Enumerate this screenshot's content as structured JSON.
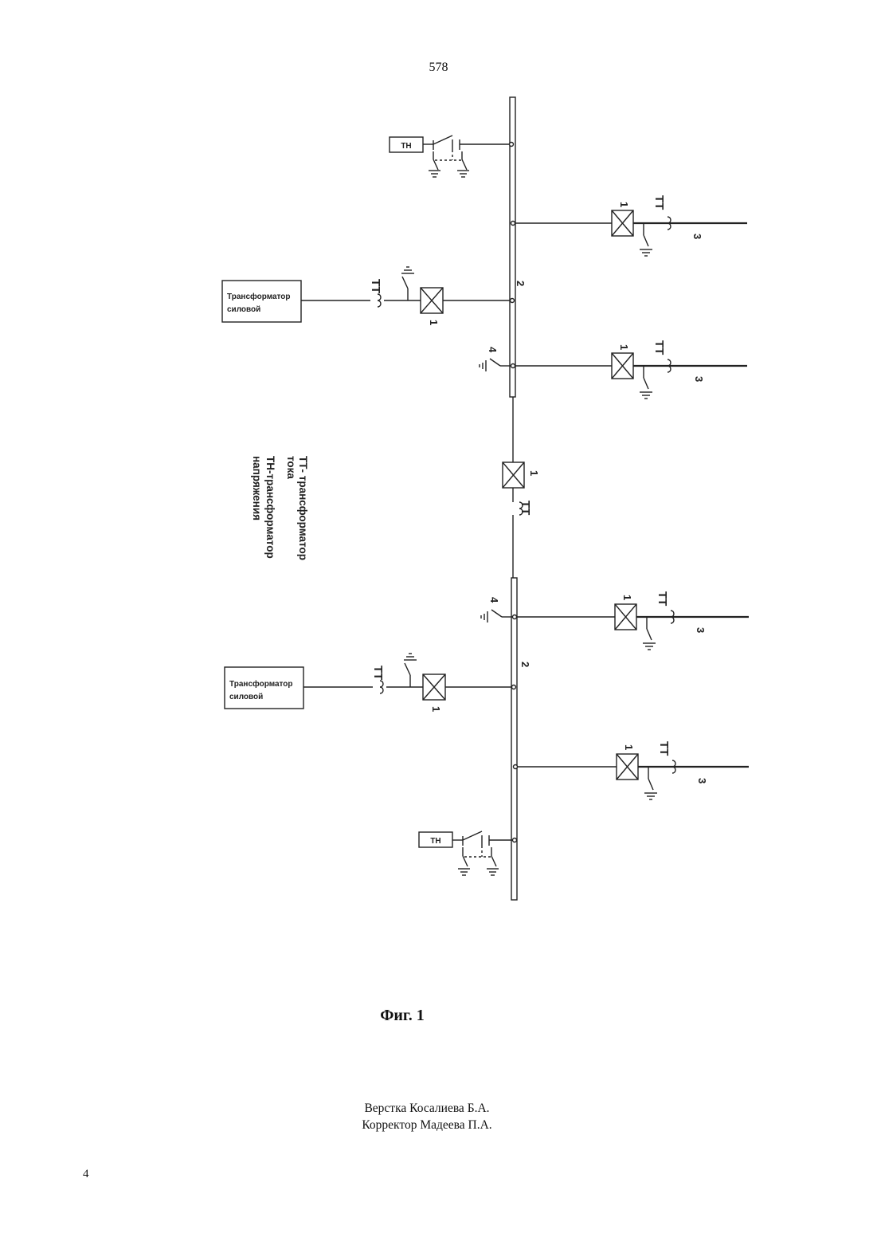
{
  "header": {
    "doc_number": "578"
  },
  "diagram": {
    "tn_label": "ТН",
    "tt_label": "ТТ",
    "transformer_line1": "Трансформатор",
    "transformer_line2": "силовой",
    "num_1": "1",
    "num_2": "2",
    "num_3": "3",
    "num_4": "4",
    "legend_line1": "ТТ- трансформатор",
    "legend_line2": "тока",
    "legend_line3": "ТН-трансформатор",
    "legend_line4": "напряжения"
  },
  "caption": "Фиг. 1",
  "credits": {
    "line1": "Верстка Косалиева Б.А.",
    "line2": "Корректор Мадеева П.А."
  },
  "footer": {
    "page_number": "4"
  }
}
